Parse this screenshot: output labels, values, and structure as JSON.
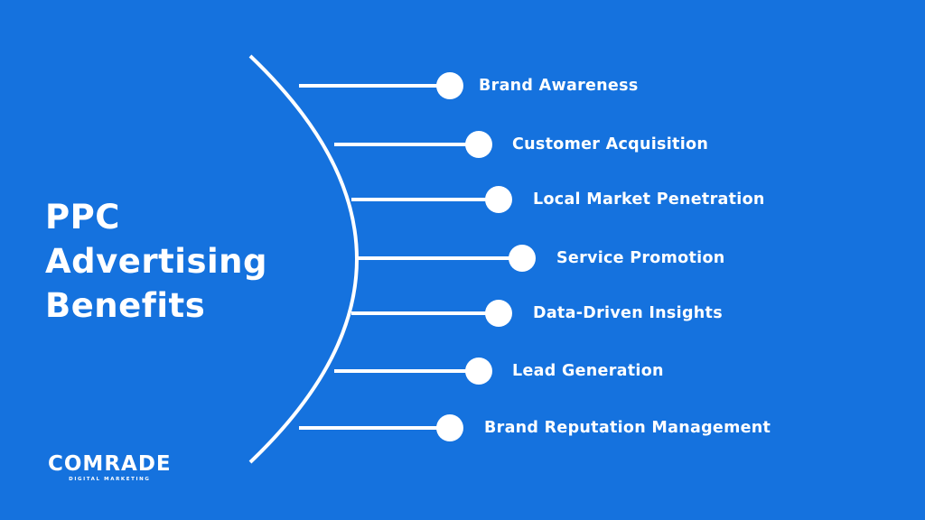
{
  "title": [
    "PPC",
    "Advertising",
    "Benefits"
  ],
  "benefits": [
    "Brand Awareness",
    "Customer Acquisition",
    "Local Market Penetration",
    "Service Promotion",
    "Data-Driven Insights",
    "Lead Generation",
    "Brand Reputation Management"
  ],
  "logo": {
    "name": "COMRADE",
    "tagline": "DIGITAL MARKETING"
  },
  "colors": {
    "background": "#1572de",
    "foreground": "#ffffff"
  }
}
